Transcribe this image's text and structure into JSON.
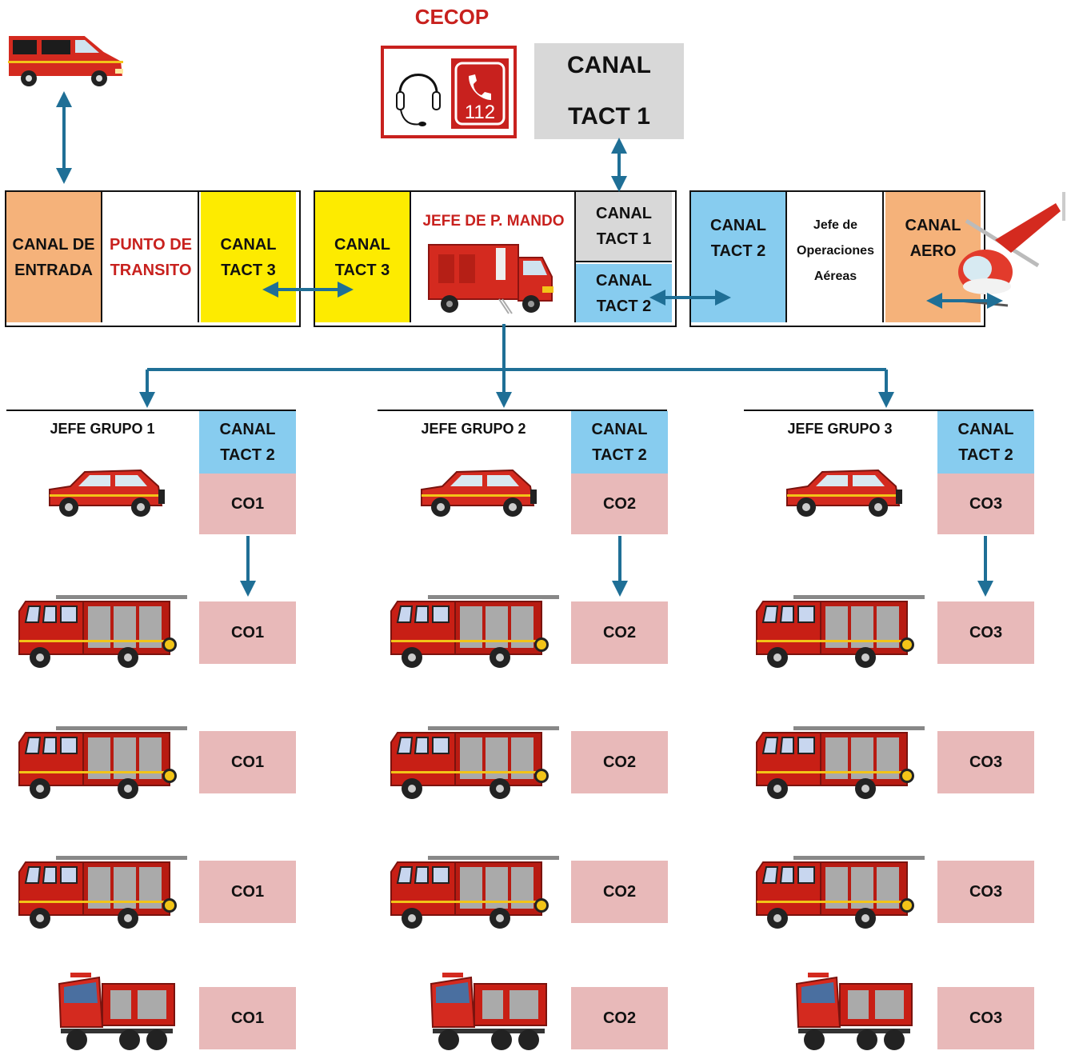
{
  "cecop": {
    "title": "CECOP",
    "phone_number": "112",
    "canal_line1": "CANAL",
    "canal_line2": "TACT 1"
  },
  "row_left": {
    "entrada": [
      "CANAL DE",
      "ENTRADA"
    ],
    "transito": [
      "PUNTO DE",
      "TRANSITO"
    ],
    "tact3": [
      "CANAL",
      "TACT 3"
    ]
  },
  "row_center": {
    "tact3": [
      "CANAL",
      "TACT 3"
    ],
    "jefe_mando": "JEFE DE P. MANDO",
    "tact1": [
      "CANAL",
      "TACT 1"
    ],
    "tact2": [
      "CANAL",
      "TACT 2"
    ]
  },
  "row_right": {
    "tact2": [
      "CANAL",
      "TACT 2"
    ],
    "jefe_aereas": [
      "Jefe de",
      "Operaciones",
      "Aéreas"
    ],
    "aero": [
      "CANAL",
      "AERO"
    ]
  },
  "groups": [
    {
      "title": "JEFE GRUPO 1",
      "canal": [
        "CANAL",
        "TACT 2"
      ],
      "co": "CO1"
    },
    {
      "title": "JEFE GRUPO 2",
      "canal": [
        "CANAL",
        "TACT 2"
      ],
      "co": "CO2"
    },
    {
      "title": "JEFE GRUPO 3",
      "canal": [
        "CANAL",
        "TACT 2"
      ],
      "co": "CO3"
    }
  ],
  "colors": {
    "arrow": "#1f6f96",
    "orange": "#f5b27a",
    "yellow": "#fdeb00",
    "blue": "#87ccef",
    "grey": "#d8d8d8",
    "pink": "#e8b9b9",
    "red": "#c8211e"
  },
  "icons": [
    "ambulance-van-icon",
    "headset-icon",
    "phone-112-icon",
    "command-truck-icon",
    "helicopter-icon",
    "suv-icon",
    "fire-engine-icon",
    "tanker-truck-icon"
  ]
}
